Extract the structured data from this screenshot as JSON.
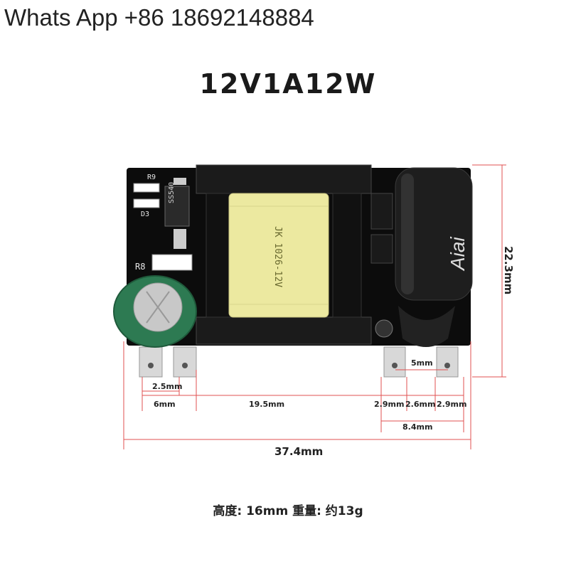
{
  "contact": "Whats App +86 18692148884",
  "title": "12V1A12W",
  "specs": "高度:  16mm   重量:  约13g",
  "dimensions": {
    "pin_width": "2.5mm",
    "left_offset": "6mm",
    "transformer_span": "19.5mm",
    "right_pin_a": "2.9mm",
    "right_pin_b": "2.6mm",
    "right_pin_c": "2.9mm",
    "right_group": "8.4mm",
    "pin_gap": "5mm",
    "total_length": "37.4mm",
    "board_height": "22.3mm"
  },
  "silkscreen": {
    "r9": "R9",
    "d3": "D3",
    "r8": "R8",
    "ss": "SS540",
    "cap_brand": "Aiai",
    "coil": "JK 1026-12V"
  },
  "colors": {
    "board": "#0c0c0c",
    "transformer_core": "#1b1b1b",
    "coil": "#ece9a0",
    "green_cap": "#2d7a52",
    "dimension_line": "#e05050",
    "pad": "#d8d8d8"
  }
}
